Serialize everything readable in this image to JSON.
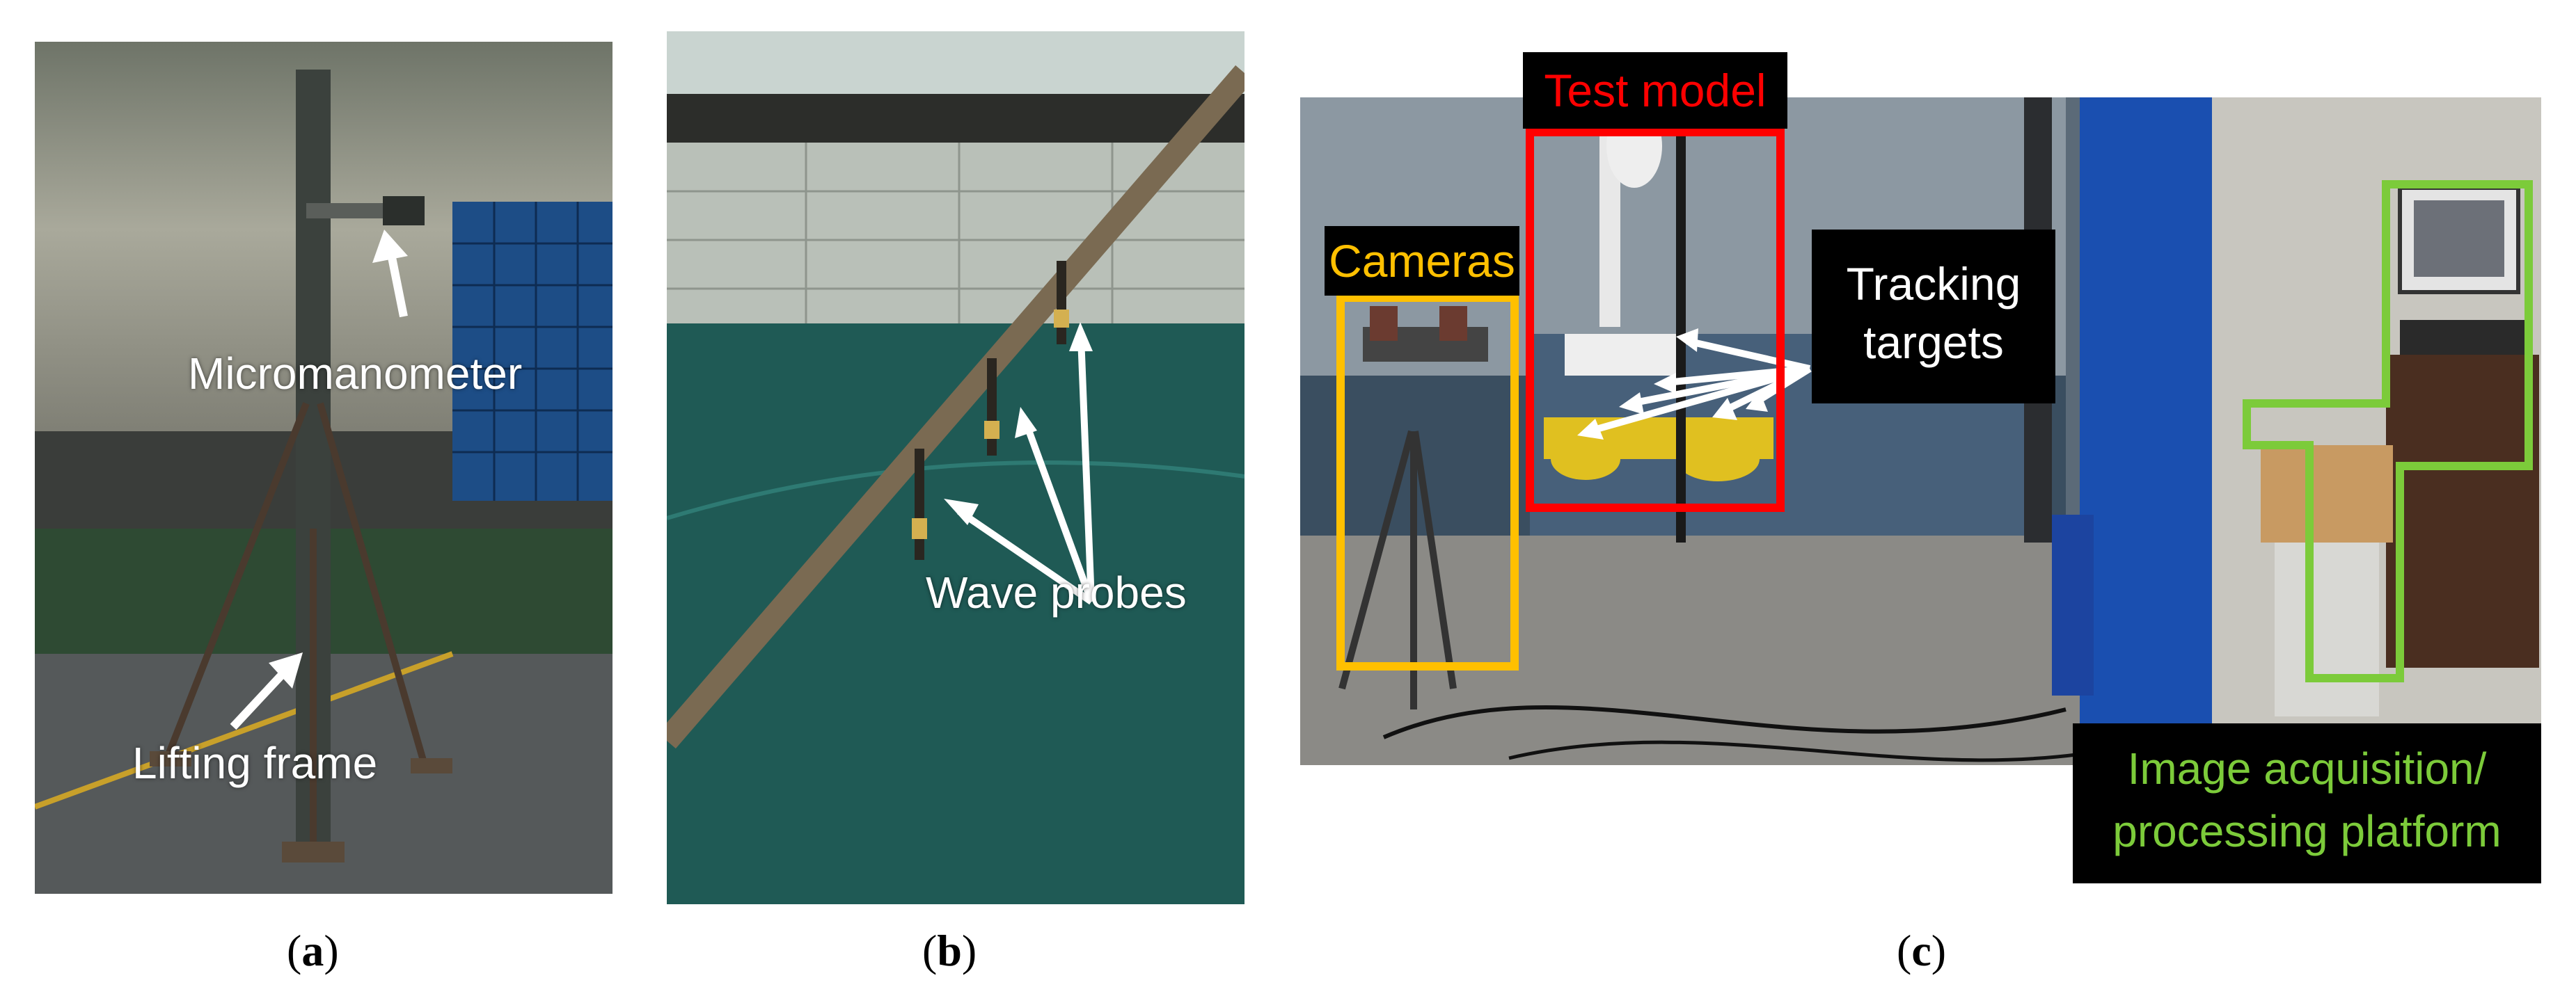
{
  "panel_a": {
    "label_micromanometer": "Micromanometer",
    "label_lifting_frame": "Lifting frame",
    "caption_open": "(",
    "caption_letter": "a",
    "caption_close": ")"
  },
  "panel_b": {
    "label_wave_probes": "Wave probes",
    "caption_open": "(",
    "caption_letter": "b",
    "caption_close": ")"
  },
  "panel_c": {
    "label_test_model": "Test model",
    "label_cameras": "Cameras",
    "label_tracking_line1": "Tracking",
    "label_tracking_line2": "targets",
    "label_platform_line1": "Image acquisition/",
    "label_platform_line2": "processing platform",
    "caption_open": "(",
    "caption_letter": "c",
    "caption_close": ")"
  },
  "colors": {
    "test_model_box": "#ff0000",
    "cameras_box": "#ffc000",
    "platform_box": "#7ccb3a",
    "water": "#1f5a55",
    "pillar": "#1a4fb0"
  }
}
